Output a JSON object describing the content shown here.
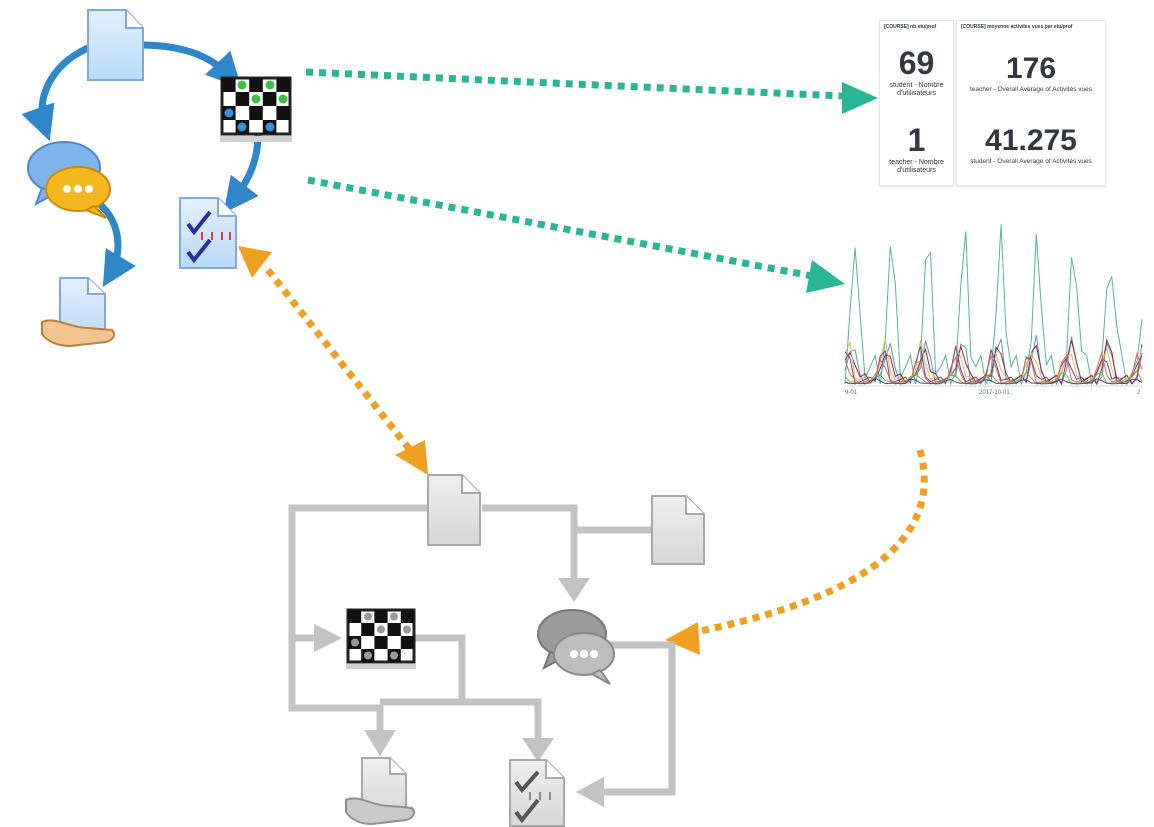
{
  "dashboard": {
    "panel_left": {
      "title": "[COURSE] nb etu/prof",
      "metrics": [
        {
          "value": "69",
          "label_line1": "student - Nombre",
          "label_line2": "d'utilisateurs"
        },
        {
          "value": "1",
          "label_line1": "teacher - Nombre",
          "label_line2": "d'utilisateurs"
        }
      ]
    },
    "panel_right": {
      "title": "[COURSE] moyenne activites vues par etu/prof",
      "metrics": [
        {
          "value": "176",
          "label": "teacher - Overall Average of Activités vues"
        },
        {
          "value": "41.275",
          "label": "student - Overall Average of Activités vues"
        }
      ]
    }
  },
  "timeline": {
    "x_tick_left": "9-01",
    "x_tick_mid": "2017-10-01",
    "x_tick_right": "2"
  },
  "colors": {
    "blue_arrow": "#2f86c9",
    "teal_dotted": "#2bb597",
    "orange_dotted": "#f0a020",
    "gray_connector": "#c2c2c2",
    "doc_blue": "#cfe6fb",
    "doc_gray": "#e2e2e2"
  },
  "icons": {
    "top_flow": [
      "document-icon",
      "quiz-grid-icon",
      "forum-chat-icon",
      "checklist-document-icon",
      "assignment-submission-icon"
    ],
    "bottom_flow": [
      "document-icon",
      "document-icon",
      "quiz-grid-icon",
      "forum-chat-icon",
      "assignment-submission-icon",
      "checklist-document-icon"
    ]
  }
}
